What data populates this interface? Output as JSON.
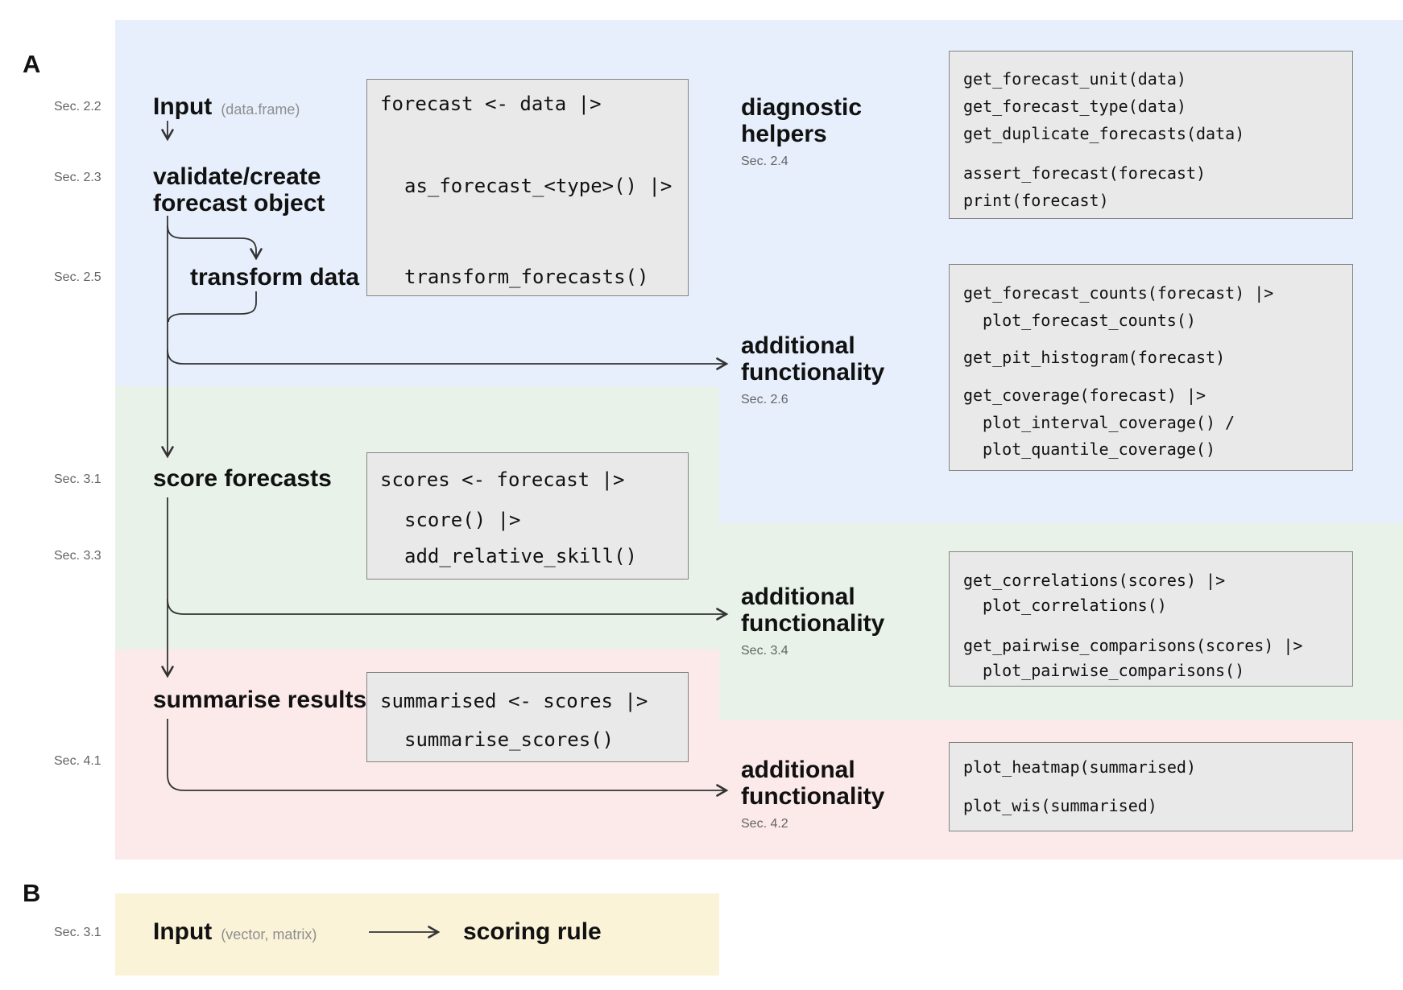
{
  "panel_a": {
    "label": "A"
  },
  "panel_b": {
    "label": "B",
    "section": "Sec. 3.1",
    "input": "Input",
    "input_sub": "(vector, matrix)",
    "scoring_rule": "scoring rule"
  },
  "colors": {
    "band_blue": "#e7effc",
    "band_green": "#e8f2e8",
    "band_pink": "#fce9e9",
    "band_yellow": "#faf3d8",
    "codebox_bg": "#e9e9e9",
    "codebox_border": "#848484",
    "arrow": "#333333"
  },
  "section_labels": {
    "s22": "Sec. 2.2",
    "s23": "Sec. 2.3",
    "s25": "Sec. 2.5",
    "s31": "Sec. 3.1",
    "s33": "Sec. 3.3",
    "s41": "Sec. 4.1"
  },
  "flow": {
    "input": "Input",
    "input_sub": "(data.frame)",
    "validate_l1": "validate/create",
    "validate_l2": "forecast object",
    "transform": "transform data",
    "score": "score forecasts",
    "summarise": "summarise results"
  },
  "right_headings": {
    "diag_l1": "diagnostic",
    "diag_l2": "helpers",
    "diag_sec": "Sec. 2.4",
    "af1_l1": "additional",
    "af1_l2": "functionality",
    "af1_sec": "Sec. 2.6",
    "af2_l1": "additional",
    "af2_l2": "functionality",
    "af2_sec": "Sec. 3.4",
    "af3_l1": "additional",
    "af3_l2": "functionality",
    "af3_sec": "Sec. 4.2"
  },
  "code_boxes": {
    "forecast_pipeline": {
      "l1": "forecast <- data |>",
      "l2": "as_forecast_<type>() |>",
      "l3": "transform_forecasts()"
    },
    "diagnostic_helpers": {
      "l1": "get_forecast_unit(data)",
      "l2": "get_forecast_type(data)",
      "l3": "get_duplicate_forecasts(data)",
      "l4": "assert_forecast(forecast)",
      "l5": "print(forecast)"
    },
    "additional_blue": {
      "l1": "get_forecast_counts(forecast) |>",
      "l2": "plot_forecast_counts()",
      "l3": "get_pit_histogram(forecast)",
      "l4": "get_coverage(forecast) |>",
      "l5": "plot_interval_coverage() /",
      "l6": "plot_quantile_coverage()"
    },
    "scores_pipeline": {
      "l1": "scores <- forecast |>",
      "l2": "score() |>",
      "l3": "add_relative_skill()"
    },
    "additional_green": {
      "l1": "get_correlations(scores) |>",
      "l2": "plot_correlations()",
      "l3": "get_pairwise_comparisons(scores) |>",
      "l4": "plot_pairwise_comparisons()"
    },
    "summarised_pipeline": {
      "l1": "summarised <- scores |>",
      "l2": "summarise_scores()"
    },
    "additional_pink": {
      "l1": "plot_heatmap(summarised)",
      "l2": "plot_wis(summarised)"
    }
  }
}
